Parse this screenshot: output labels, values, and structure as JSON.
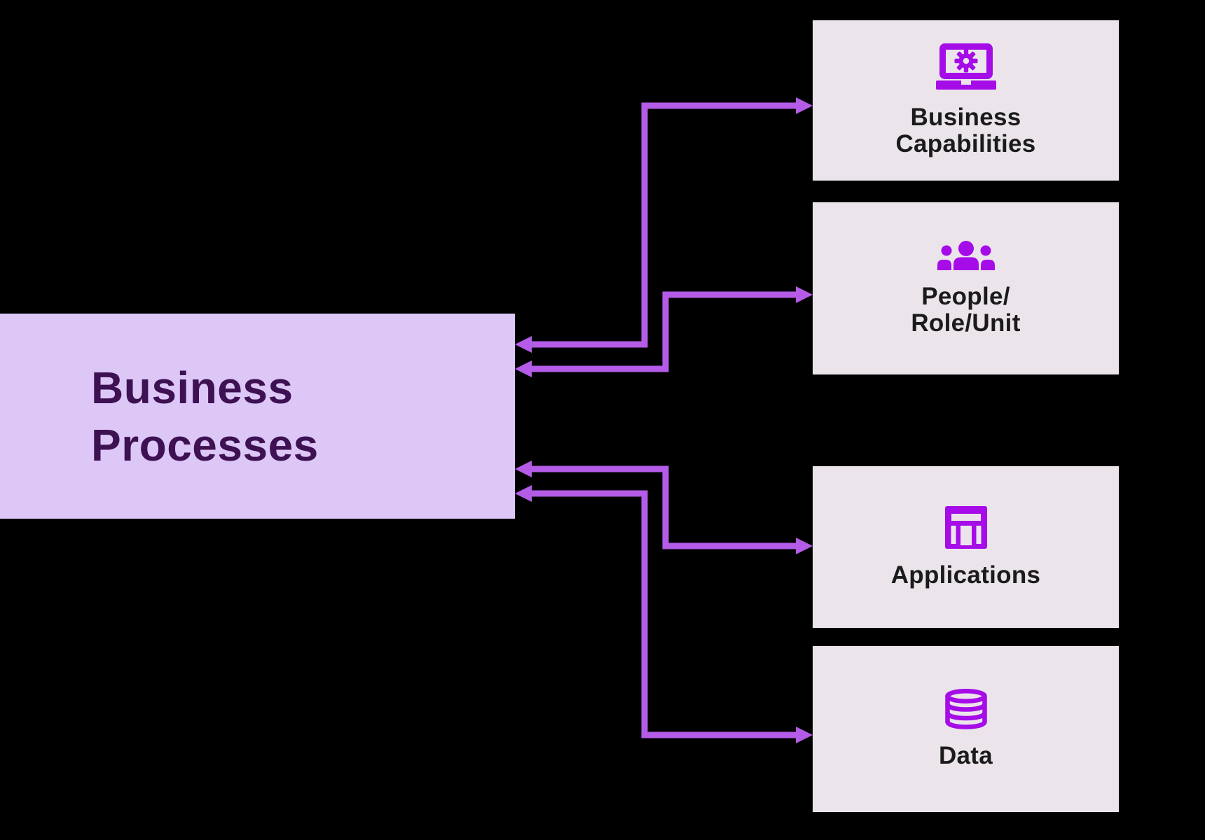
{
  "colors": {
    "background": "#000000",
    "process_box_fill": "#dcc7f7",
    "process_text": "#3e1152",
    "node_box_fill": "#ebe5eb",
    "node_text": "#1b1b1b",
    "icon": "#a50ce8",
    "connector": "#b45ce8"
  },
  "process_box": {
    "label": "Business\nProcesses"
  },
  "nodes": [
    {
      "label": "Business\nCapabilities",
      "icon": "laptop-gear-icon"
    },
    {
      "label": "People/\nRole/Unit",
      "icon": "people-group-icon"
    },
    {
      "label": "Applications",
      "icon": "application-window-icon"
    },
    {
      "label": "Data",
      "icon": "database-icon"
    }
  ]
}
